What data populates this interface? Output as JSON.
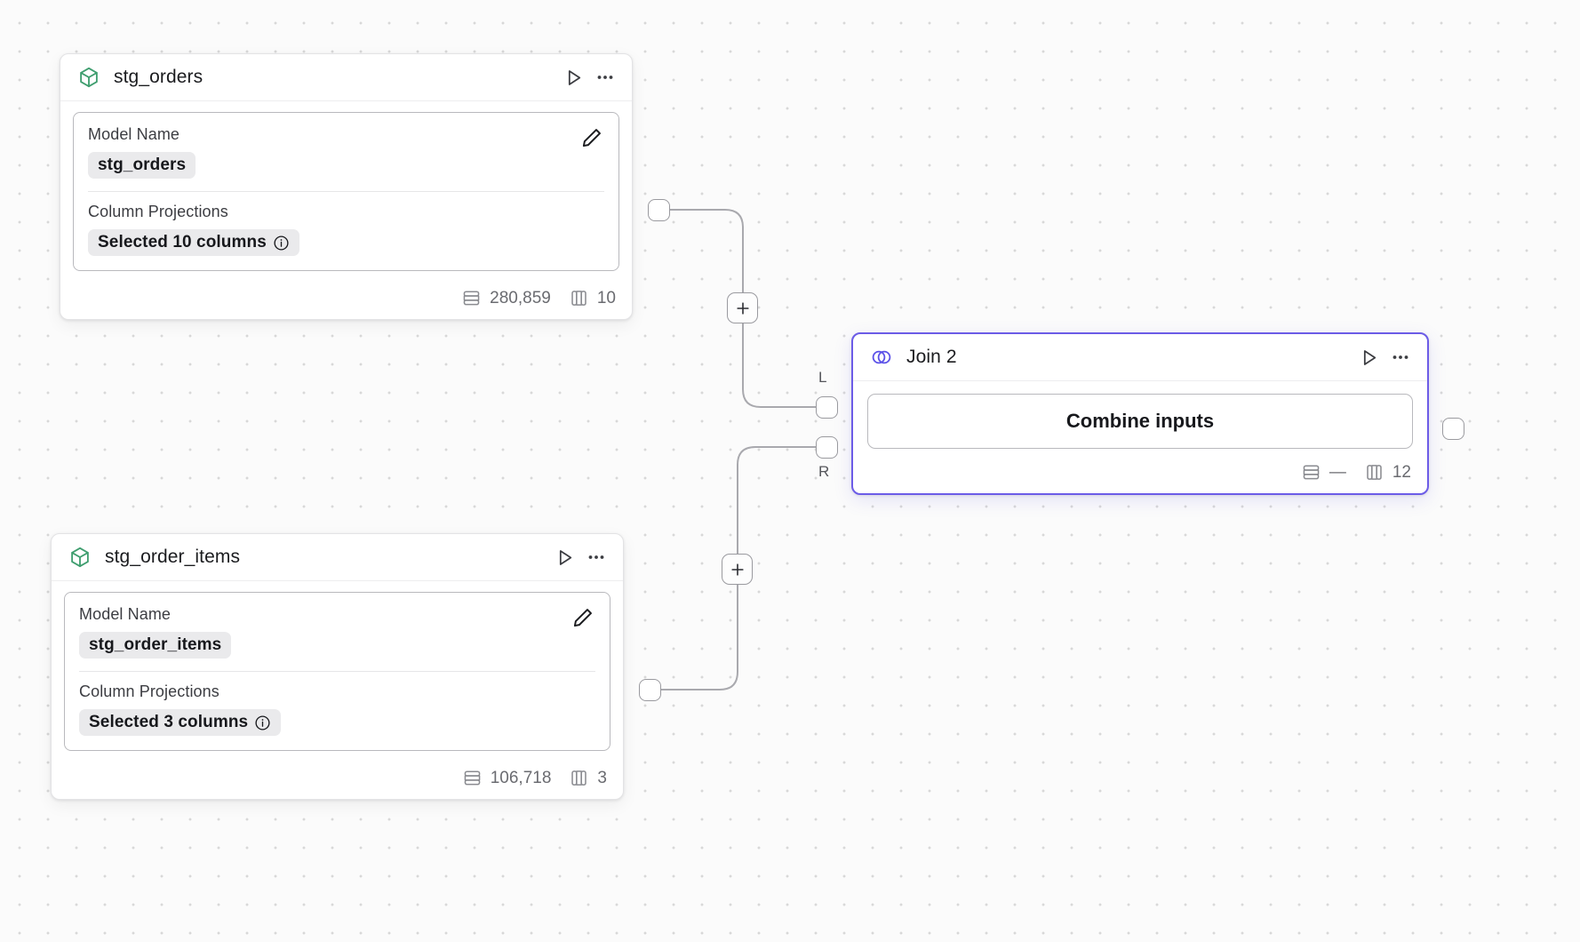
{
  "canvas": {
    "background_color": "#fbfbfb",
    "grid_dot_color": "#d8d8d8",
    "accent_color": "#6c5ce7",
    "model_icon_color": "#3f9e6f"
  },
  "nodes": [
    {
      "id": "stg_orders",
      "title": "stg_orders",
      "icon": "cube-icon",
      "run_label": "Run",
      "menu_label": "More options",
      "fields": [
        {
          "label": "Model Name",
          "value": "stg_orders",
          "has_info": false
        },
        {
          "label": "Column Projections",
          "value": "Selected 10 columns",
          "has_info": true
        }
      ],
      "edit_label": "Edit",
      "stats": {
        "rows": "280,859",
        "columns": "10"
      }
    },
    {
      "id": "stg_order_items",
      "title": "stg_order_items",
      "icon": "cube-icon",
      "run_label": "Run",
      "menu_label": "More options",
      "fields": [
        {
          "label": "Model Name",
          "value": "stg_order_items",
          "has_info": false
        },
        {
          "label": "Column Projections",
          "value": "Selected 3 columns",
          "has_info": true
        }
      ],
      "edit_label": "Edit",
      "stats": {
        "rows": "106,718",
        "columns": "3"
      }
    },
    {
      "id": "join_2",
      "title": "Join 2",
      "icon": "venn-join-icon",
      "selected": true,
      "run_label": "Run",
      "menu_label": "More options",
      "action_label": "Combine inputs",
      "input_port_labels": {
        "left": "L",
        "right": "R"
      },
      "stats": {
        "rows": "—",
        "columns": "12"
      }
    }
  ],
  "edge_buttons": [
    {
      "id": "add-node-upper",
      "label": "+"
    },
    {
      "id": "add-node-lower",
      "label": "+"
    }
  ],
  "icons": {
    "rows": "rows-icon",
    "columns": "columns-icon",
    "info": "info-icon",
    "play": "play-icon",
    "more": "more-horizontal-icon",
    "edit": "pencil-icon"
  }
}
